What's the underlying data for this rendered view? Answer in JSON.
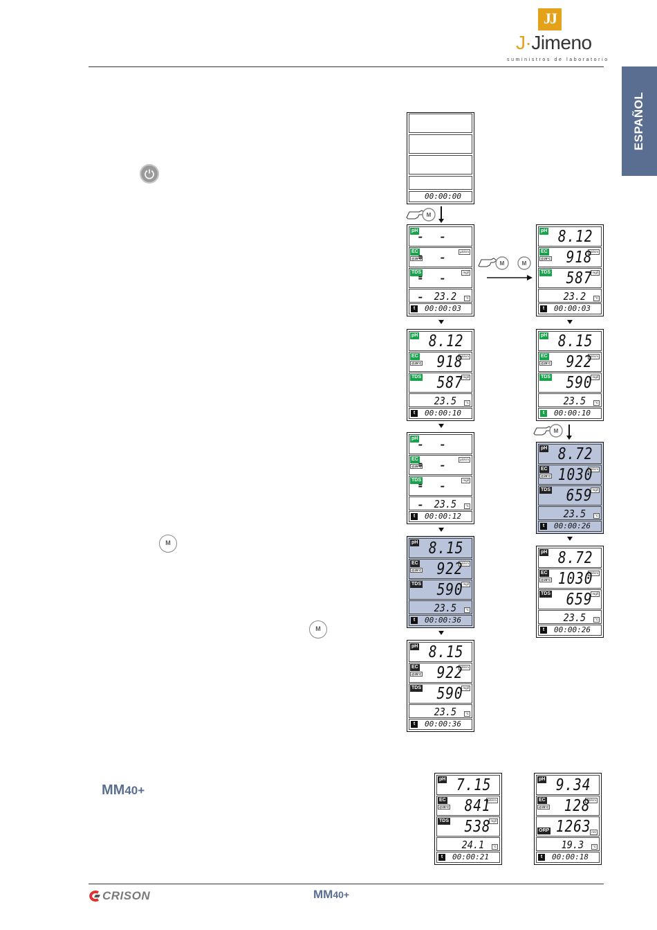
{
  "brand": {
    "logo_mark": "JJ",
    "name_initial": "J",
    "name_rest": "Jimeno",
    "tagline": "suministros de laboratorio"
  },
  "side_tab": {
    "label": "ESPAÑOL"
  },
  "buttons": {
    "power_icon": "power-icon",
    "m_label": "M"
  },
  "displays": [
    {
      "id": "d1",
      "rows": [],
      "timer": "00:00:00",
      "style": "blank"
    },
    {
      "id": "d2",
      "ph": "- - -",
      "ec": "- - -",
      "tds": "- - -",
      "temp": "23.2",
      "timer": "00:00:03",
      "style": "green"
    },
    {
      "id": "d3",
      "ph": "8.12",
      "ec": "918",
      "tds": "587",
      "temp": "23.2",
      "timer": "00:00:03",
      "style": "green"
    },
    {
      "id": "d4",
      "ph": "8.12",
      "ec": "918",
      "tds": "587",
      "temp": "23.5",
      "timer": "00:00:10",
      "style": "green"
    },
    {
      "id": "d5",
      "ph": "8.15",
      "ec": "922",
      "tds": "590",
      "temp": "23.5",
      "timer": "00:00:10",
      "style": "green"
    },
    {
      "id": "d6",
      "ph": "- - -",
      "ec": "- - -",
      "tds": "- - -",
      "temp": "23.5",
      "timer": "00:00:12",
      "style": "green"
    },
    {
      "id": "d7",
      "ph": "8.72",
      "ec": "1030",
      "tds": "659",
      "temp": "23.5",
      "timer": "00:00:26",
      "style": "blue"
    },
    {
      "id": "d8",
      "ph": "8.15",
      "ec": "922",
      "tds": "590",
      "temp": "23.5",
      "timer": "00:00:36",
      "style": "blue"
    },
    {
      "id": "d9",
      "ph": "8.72",
      "ec": "1030",
      "tds": "659",
      "temp": "23.5",
      "timer": "00:00:26",
      "style": "dark"
    },
    {
      "id": "d10",
      "ph": "8.15",
      "ec": "922",
      "tds": "590",
      "temp": "23.5",
      "timer": "00:00:36",
      "style": "dark"
    },
    {
      "id": "d11",
      "ph": "7.15",
      "ec": "841",
      "tds": "538",
      "temp": "24.1",
      "timer": "00:00:21",
      "style": "dark"
    },
    {
      "id": "d12",
      "ph": "9.34",
      "ec": "128",
      "tds": "1263",
      "temp": "19.3",
      "timer": "00:00:18",
      "style": "dark"
    }
  ],
  "labels": {
    "ph": "pH",
    "ec": "EC",
    "tds": "TDS",
    "orp": "ORP",
    "t": "t",
    "ec_sub": "@25°C",
    "unit_ec": "µS/cm",
    "unit_tds": "mg/l",
    "unit_temp": "°C",
    "unit_ec_alt": "mS/cm",
    "unit_mv": "mV"
  },
  "footer": {
    "brand": "CRISON",
    "model_prefix": "MM",
    "model_num": "40+"
  },
  "section": {
    "model_prefix": "MM",
    "model_num": "40+"
  }
}
